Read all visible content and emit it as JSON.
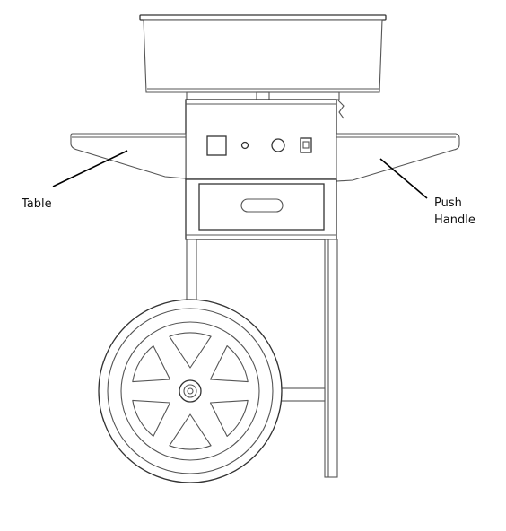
{
  "labels": {
    "table": "Table",
    "push_handle_line1": "Push",
    "push_handle_line2": "Handle"
  },
  "colors": {
    "line": "#555555",
    "leader": "#000000",
    "background": "#ffffff"
  }
}
